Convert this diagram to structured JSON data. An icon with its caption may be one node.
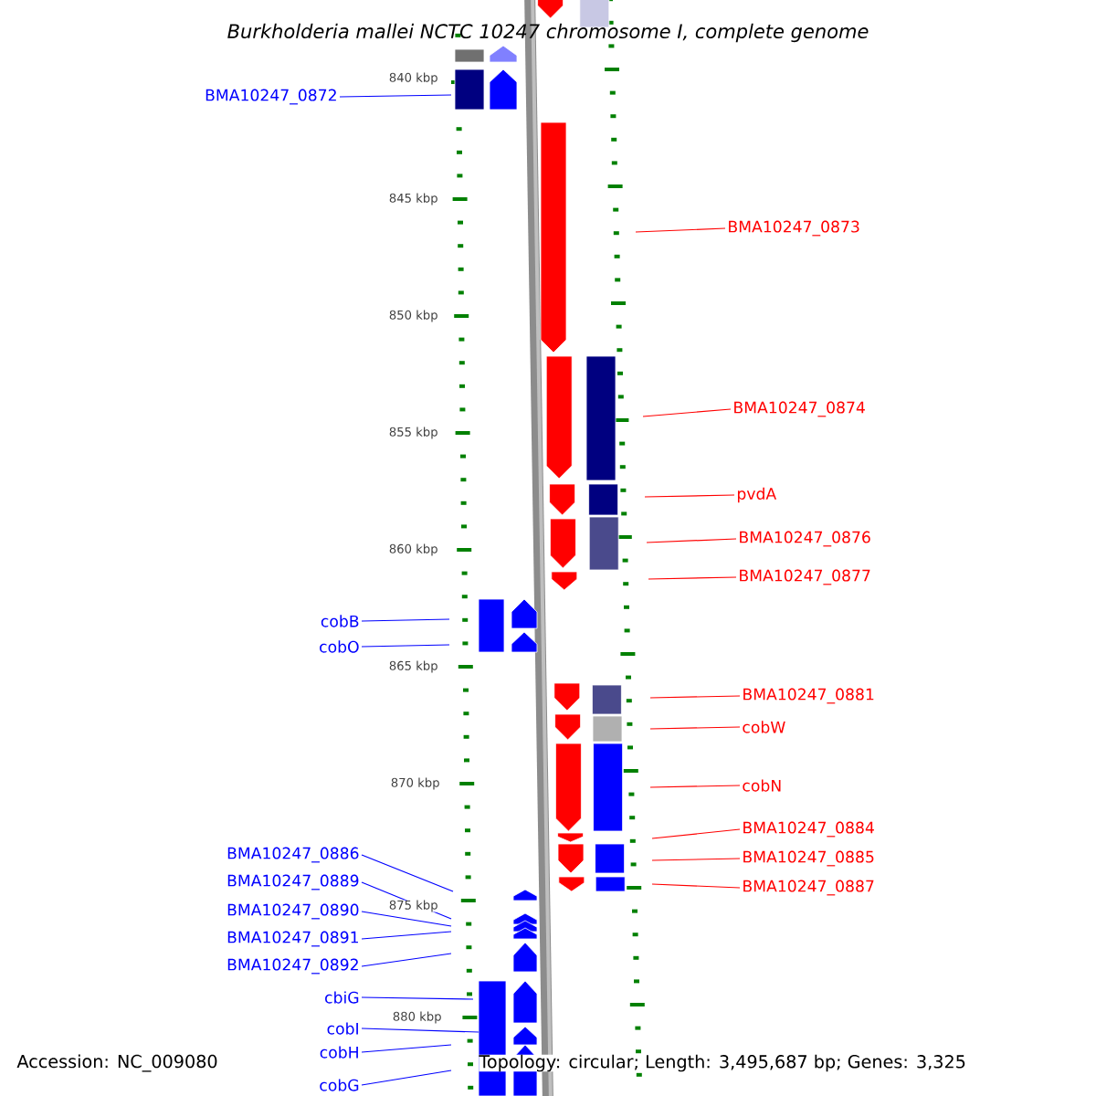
{
  "diagram": {
    "title": "Burkholderia mallei NCTC 10247 chromosome I, complete genome",
    "nodes": [
      {
        "text": [
          "BMA10247_0872"
        ]
      },
      {
        "text": [
          "BMA10247_0873"
        ]
      },
      {
        "text": [
          "BMA10247_0874"
        ]
      },
      {
        "text": [
          "pvdA"
        ]
      },
      {
        "text": [
          "BMA10247_0876"
        ]
      },
      {
        "text": [
          "BMA10247_0877"
        ]
      },
      {
        "text": [
          "cobB"
        ]
      },
      {
        "text": [
          "cobO"
        ]
      },
      {
        "text": [
          "BMA10247_0881"
        ]
      },
      {
        "text": [
          "cobW"
        ]
      },
      {
        "text": [
          "cobN"
        ]
      },
      {
        "text": [
          "BMA10247_0884"
        ]
      },
      {
        "text": [
          "BMA10247_0886"
        ]
      },
      {
        "text": [
          "BMA10247_0885"
        ]
      },
      {
        "text": [
          "BMA10247_0889"
        ]
      },
      {
        "text": [
          "BMA10247_0887"
        ]
      },
      {
        "text": [
          "BMA10247_0890"
        ]
      },
      {
        "text": [
          "BMA10247_0891"
        ]
      },
      {
        "text": [
          "BMA10247_0892"
        ]
      },
      {
        "text": [
          "cbiG"
        ]
      },
      {
        "text": [
          "cobI"
        ]
      },
      {
        "text": [
          "cobH"
        ]
      },
      {
        "text": [
          "cobG"
        ]
      }
    ],
    "edges": [
      {
        "from": 0,
        "to": null,
        "arrow": "none"
      },
      {
        "from": 1,
        "to": null,
        "arrow": "none",
        "color": "#ff0000"
      },
      {
        "from": 2,
        "to": null,
        "arrow": "none",
        "color": "#ff0000"
      },
      {
        "from": 3,
        "to": null,
        "arrow": "none",
        "color": "#ff0000"
      },
      {
        "from": 4,
        "to": null,
        "arrow": "none",
        "color": "#ff0000"
      },
      {
        "from": 5,
        "to": null,
        "arrow": "none",
        "color": "#ff0000"
      },
      {
        "from": 6,
        "to": null,
        "arrow": "none"
      },
      {
        "from": 7,
        "to": null,
        "arrow": "none"
      },
      {
        "from": 8,
        "to": null,
        "arrow": "none",
        "color": "#ff0000"
      },
      {
        "from": 9,
        "to": null,
        "arrow": "none",
        "color": "#ff0000"
      },
      {
        "from": 10,
        "to": null,
        "arrow": "none",
        "color": "#ff0000"
      },
      {
        "from": 11,
        "to": null,
        "arrow": "none",
        "color": "#ff0000"
      },
      {
        "from": 12,
        "to": null,
        "arrow": "none"
      },
      {
        "from": 13,
        "to": null,
        "arrow": "none",
        "color": "#ff0000"
      },
      {
        "from": 14,
        "to": null,
        "arrow": "none"
      },
      {
        "from": 15,
        "to": null,
        "arrow": "none",
        "color": "#ff0000"
      },
      {
        "from": 16,
        "to": null,
        "arrow": "none"
      },
      {
        "from": 17,
        "to": null,
        "arrow": "none"
      },
      {
        "from": 18,
        "to": null,
        "arrow": "none"
      },
      {
        "from": 19,
        "to": null,
        "arrow": "none"
      },
      {
        "from": 20,
        "to": null,
        "arrow": "none"
      },
      {
        "from": 21,
        "to": null,
        "arrow": "none"
      },
      {
        "from": 22,
        "to": null,
        "arrow": "none"
      }
    ],
    "labels": [
      "840 kbp",
      "845 kbp",
      "850 kbp",
      "855 kbp",
      "860 kbp",
      "865 kbp",
      "870 kbp",
      "875 kbp",
      "880 kbp",
      "Accession: NC_009080",
      "Topology: circular; Length: 3,495,687 bp; Genes: 3,325"
    ]
  }
}
